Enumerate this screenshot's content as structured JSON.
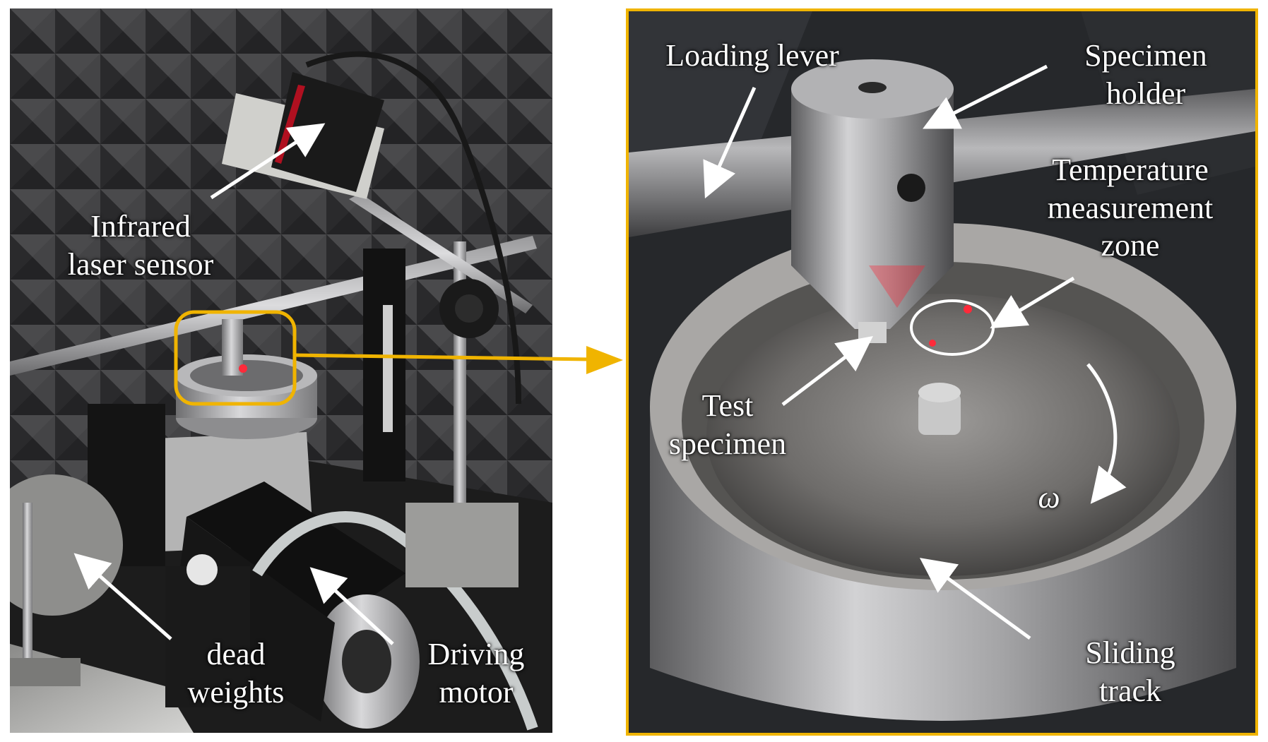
{
  "left_panel": {
    "labels": {
      "infrared": "Infrared\nlaser sensor",
      "dead_weights": "dead\nweights",
      "driving_motor": "Driving\nmotor"
    },
    "highlight_color": "#f0b400"
  },
  "right_panel": {
    "labels": {
      "loading_lever": "Loading lever",
      "specimen_holder": "Specimen\nholder",
      "temperature_zone": "Temperature\nmeasurement\nzone",
      "test_specimen": "Test\nspecimen",
      "sliding_track": "Sliding\ntrack",
      "omega": "ω"
    },
    "border_color": "#f0b400"
  }
}
